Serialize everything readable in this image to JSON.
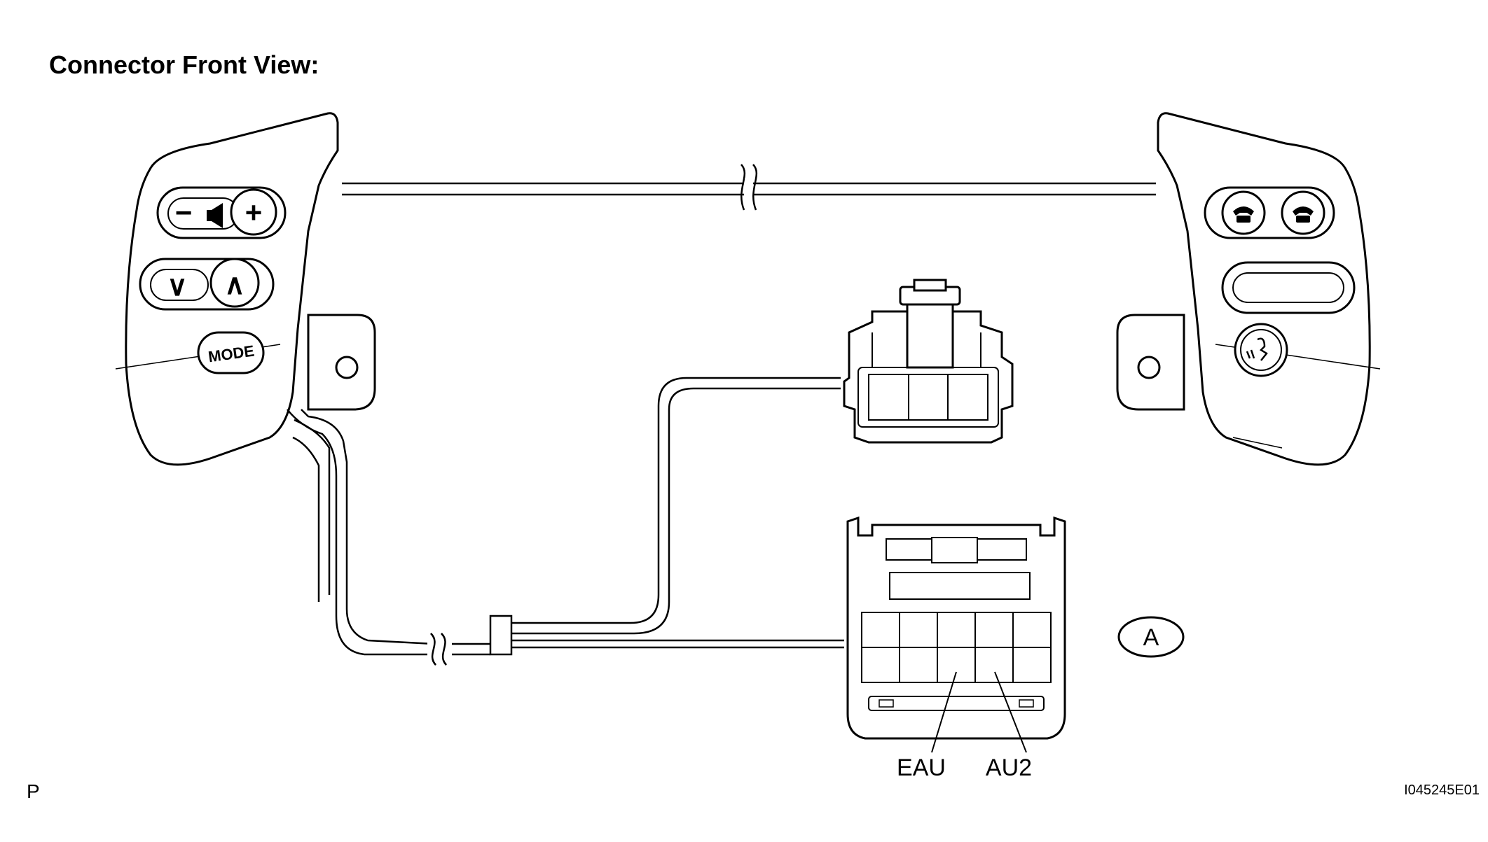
{
  "title": "Connector Front View:",
  "switch_buttons": {
    "left": {
      "volume_minus": "−",
      "volume_plus": "+",
      "seek_down": "∨",
      "seek_up": "∧",
      "mode": "MODE"
    },
    "right": {
      "buttons": [
        "phone-off",
        "phone-on",
        "blank",
        "voice"
      ]
    }
  },
  "connector_label": "A",
  "terminal_labels": {
    "eau": "EAU",
    "au2": "AU2"
  },
  "corner_mark": "P",
  "figure_code": "I045245E01"
}
